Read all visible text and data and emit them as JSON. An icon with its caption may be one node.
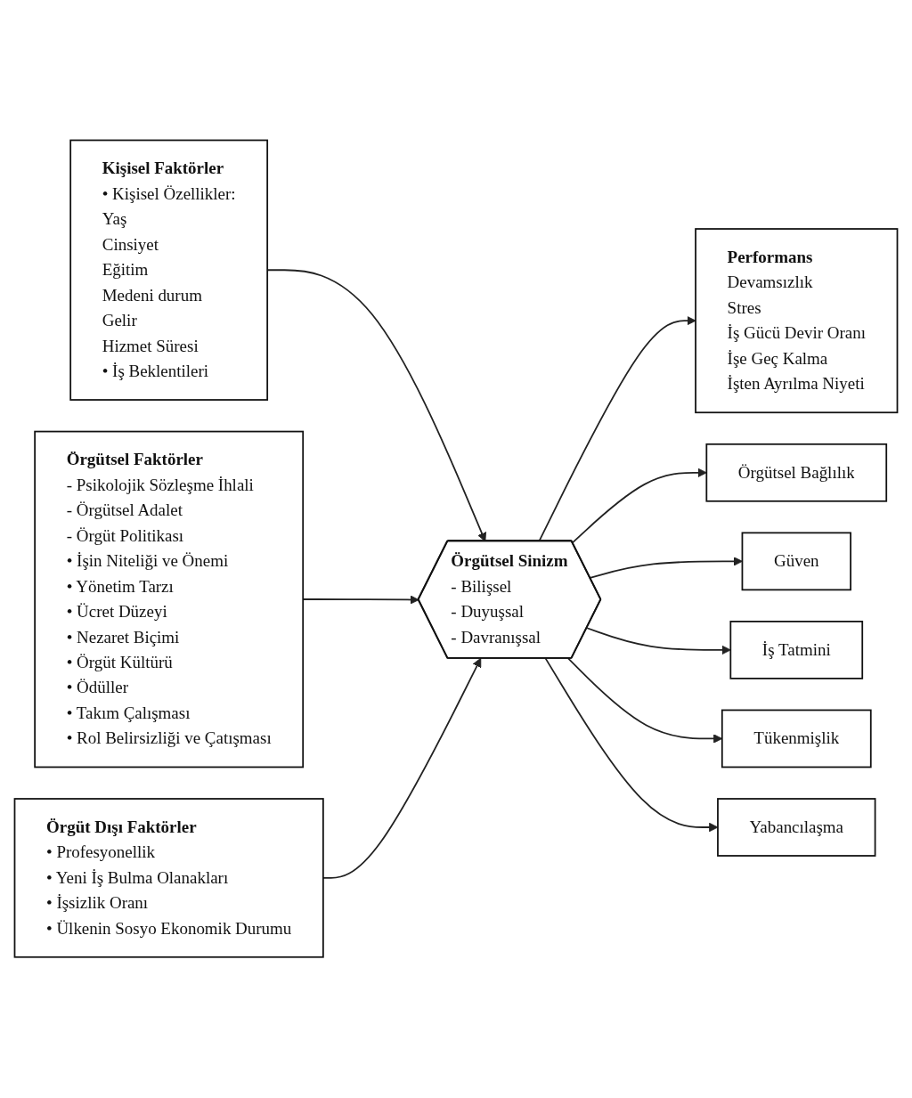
{
  "diagram": {
    "nodes": [
      {
        "text": [
          "Kişisel Faktörler",
          "• Kişisel Özellikler:",
          "Yaş",
          "Cinsiyet",
          "Eğitim",
          "Medeni durum",
          "Gelir",
          "Hizmet Süresi",
          "• İş Beklentileri"
        ]
      },
      {
        "text": [
          "Performans",
          "Devamsızlık",
          "Stres",
          "İş Gücü Devir Oranı",
          "İşe Geç Kalma",
          "İşten Ayrılma Niyeti"
        ]
      },
      {
        "text": [
          "Örgütsel Bağlılık"
        ]
      },
      {
        "text": [
          "Örgütsel Faktörler",
          "- Psikolojik Sözleşme İhlali",
          "- Örgütsel Adalet",
          "- Örgüt Politikası",
          "• İşin Niteliği ve Önemi",
          "• Yönetim Tarzı",
          "• Ücret Düzeyi",
          "• Nezaret Biçimi",
          "• Örgüt Kültürü",
          "• Ödüller",
          "• Takım Çalışması",
          "• Rol Belirsizliği ve Çatışması"
        ]
      },
      {
        "text": [
          "Örgütsel Sinizm",
          "- Bilişsel",
          "- Duyuşsal",
          "- Davranışsal"
        ]
      },
      {
        "text": [
          "Güven"
        ]
      },
      {
        "text": [
          "İş Tatmini"
        ]
      },
      {
        "text": [
          "Örgüt Dışı Faktörler",
          "• Profesyonellik",
          "• Yeni İş Bulma Olanakları",
          "• İşsizlik Oranı",
          "• Ülkenin Sosyo Ekonomik Durumu"
        ]
      },
      {
        "text": [
          "Tükenmişlik"
        ]
      },
      {
        "text": [
          "Yabancılaşma"
        ]
      }
    ],
    "edges": [
      {
        "from": 0,
        "to": 4,
        "arrow": "to"
      },
      {
        "from": 3,
        "to": 4,
        "arrow": "to"
      },
      {
        "from": 7,
        "to": 4,
        "arrow": "to"
      },
      {
        "from": 4,
        "to": 1,
        "arrow": "to"
      },
      {
        "from": 4,
        "to": 2,
        "arrow": "to"
      },
      {
        "from": 4,
        "to": 5,
        "arrow": "to"
      },
      {
        "from": 4,
        "to": 6,
        "arrow": "to"
      },
      {
        "from": 4,
        "to": 8,
        "arrow": "to"
      },
      {
        "from": 4,
        "to": 9,
        "arrow": "to"
      }
    ]
  }
}
